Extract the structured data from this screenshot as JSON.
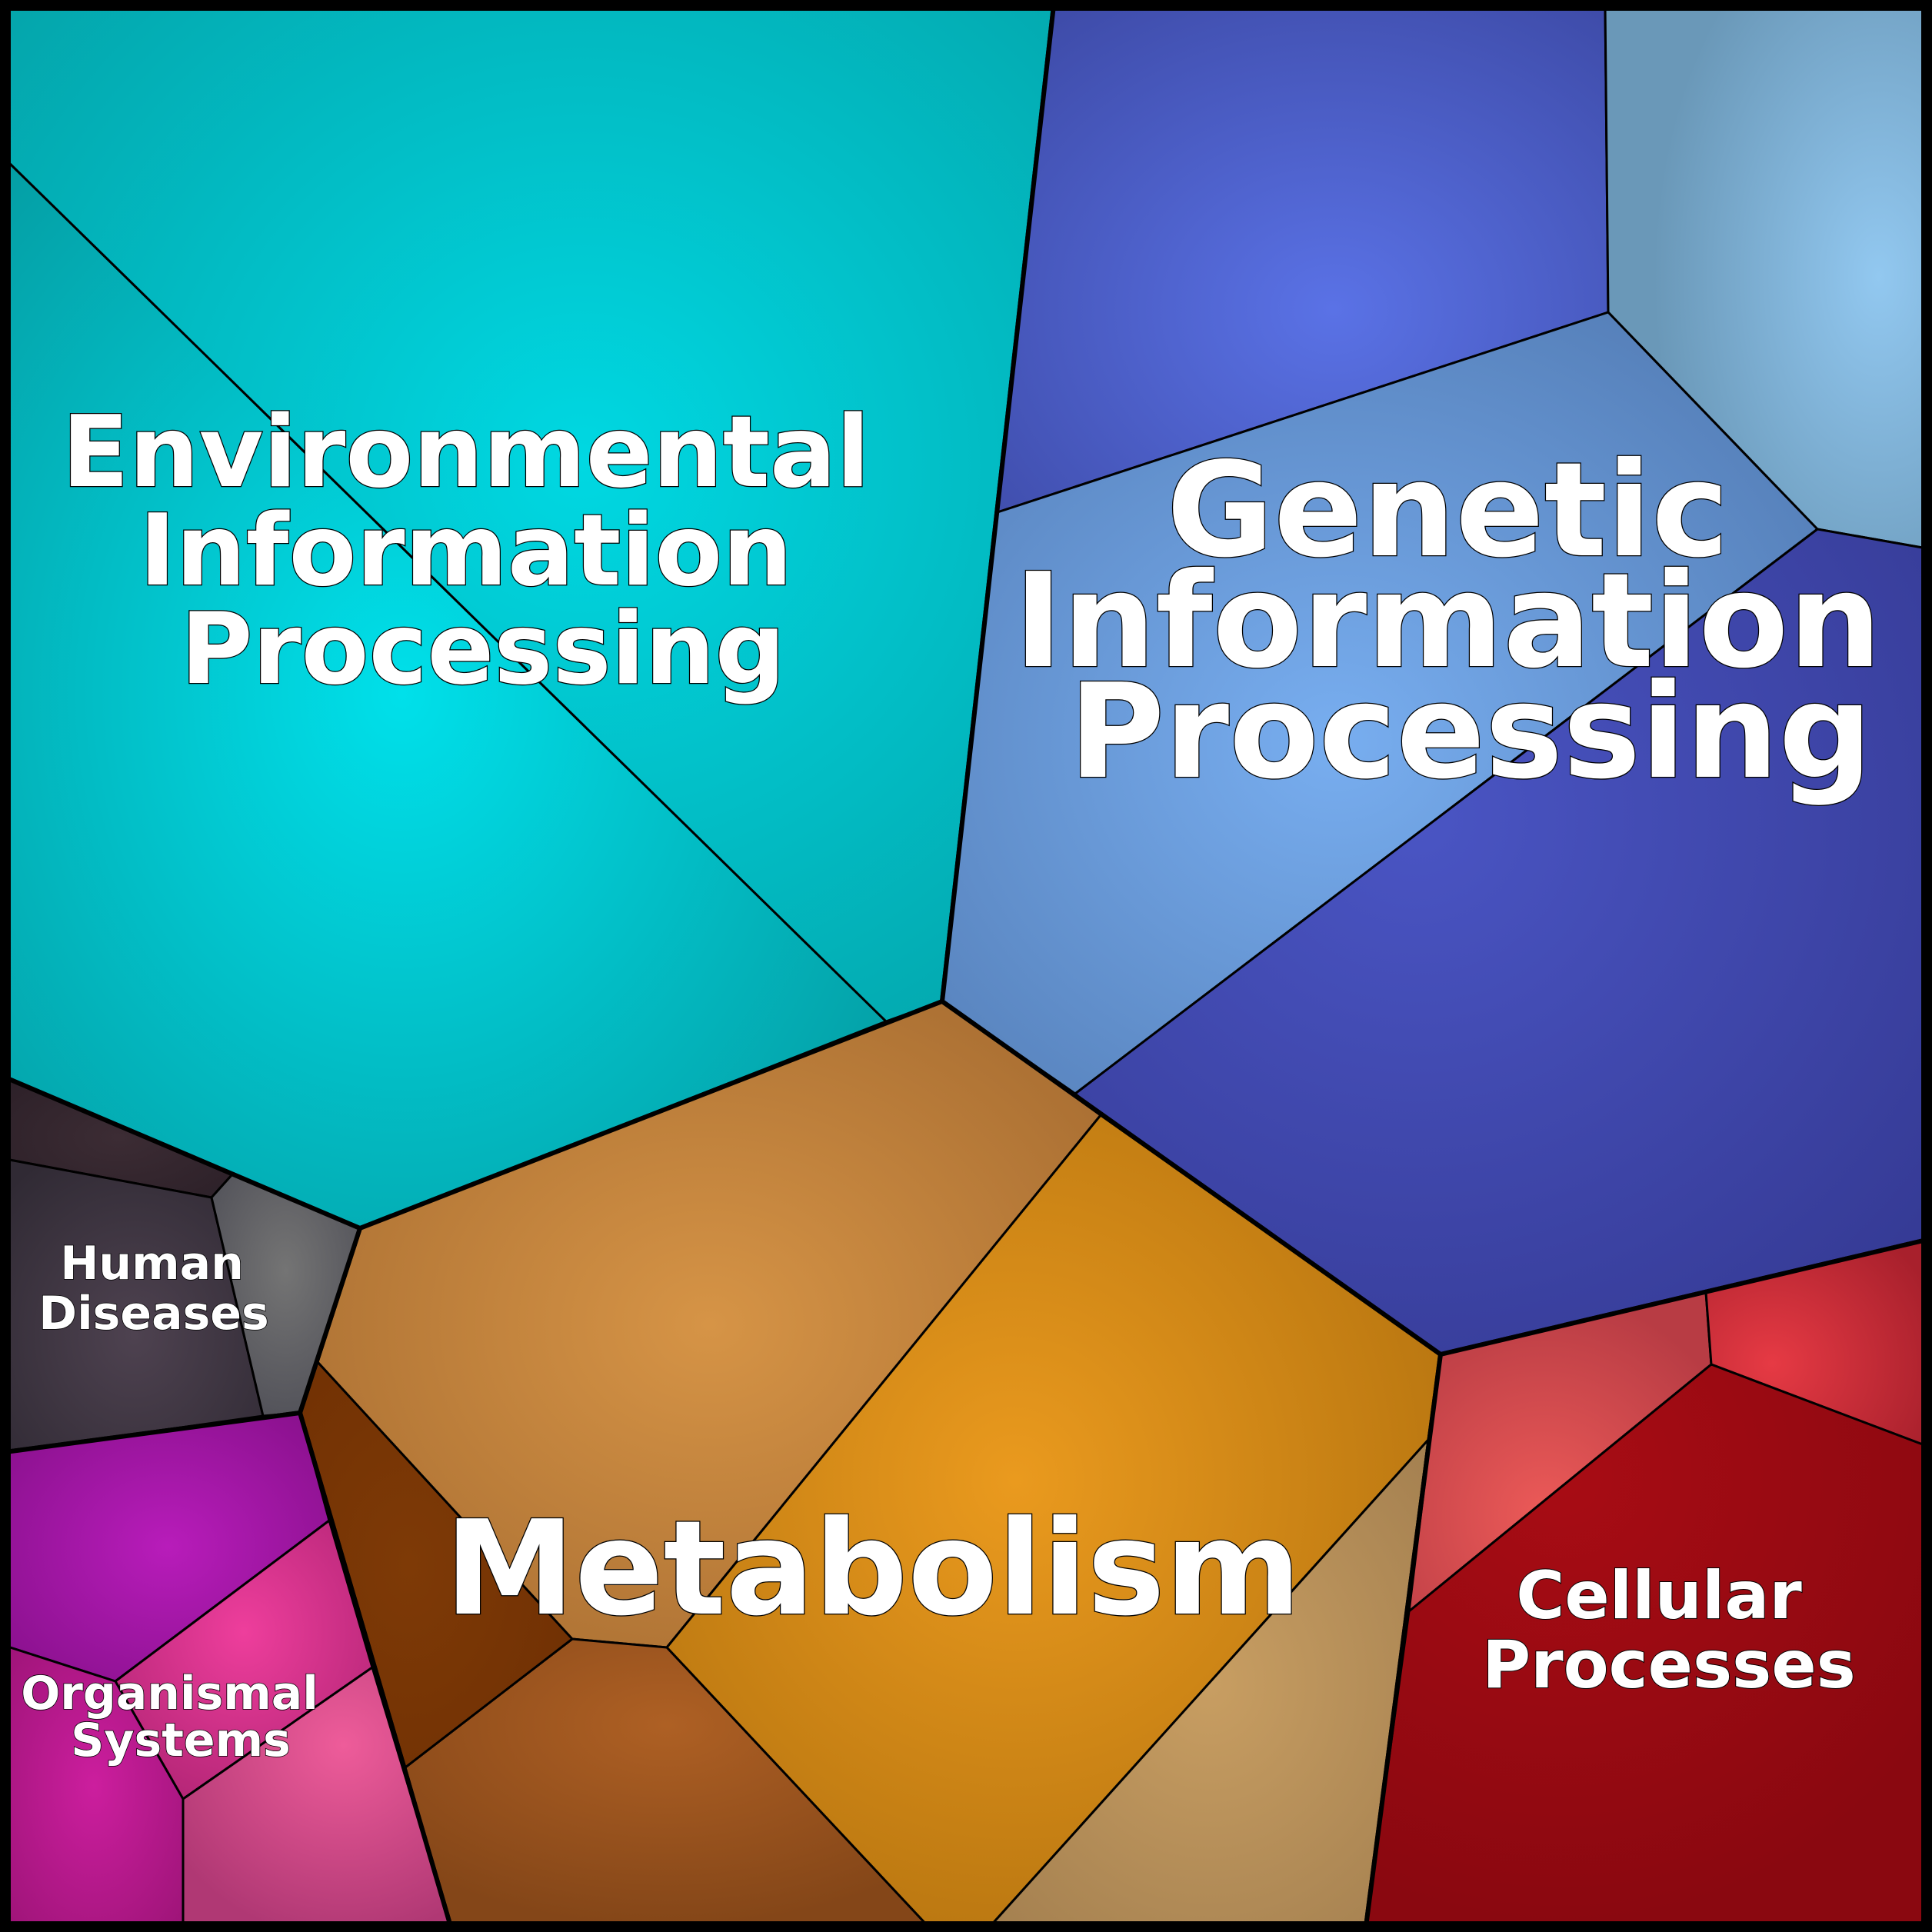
{
  "groups": {
    "environmental": {
      "lines": [
        "Environmental",
        "Information",
        "Processing"
      ],
      "color": "#00c4cc"
    },
    "genetic": {
      "lines": [
        "Genetic",
        "Information",
        "Processing"
      ],
      "color": "#4a5fd0"
    },
    "metabolism": {
      "lines": [
        "Metabolism"
      ],
      "color": "#d78d20"
    },
    "human": {
      "lines": [
        "Human",
        "Diseases"
      ],
      "color": "#4a4050"
    },
    "organismal": {
      "lines": [
        "Organismal",
        "Systems"
      ],
      "color": "#b0189a"
    },
    "cellular": {
      "lines": [
        "Cellular",
        "Processes"
      ],
      "color": "#b01018"
    }
  }
}
